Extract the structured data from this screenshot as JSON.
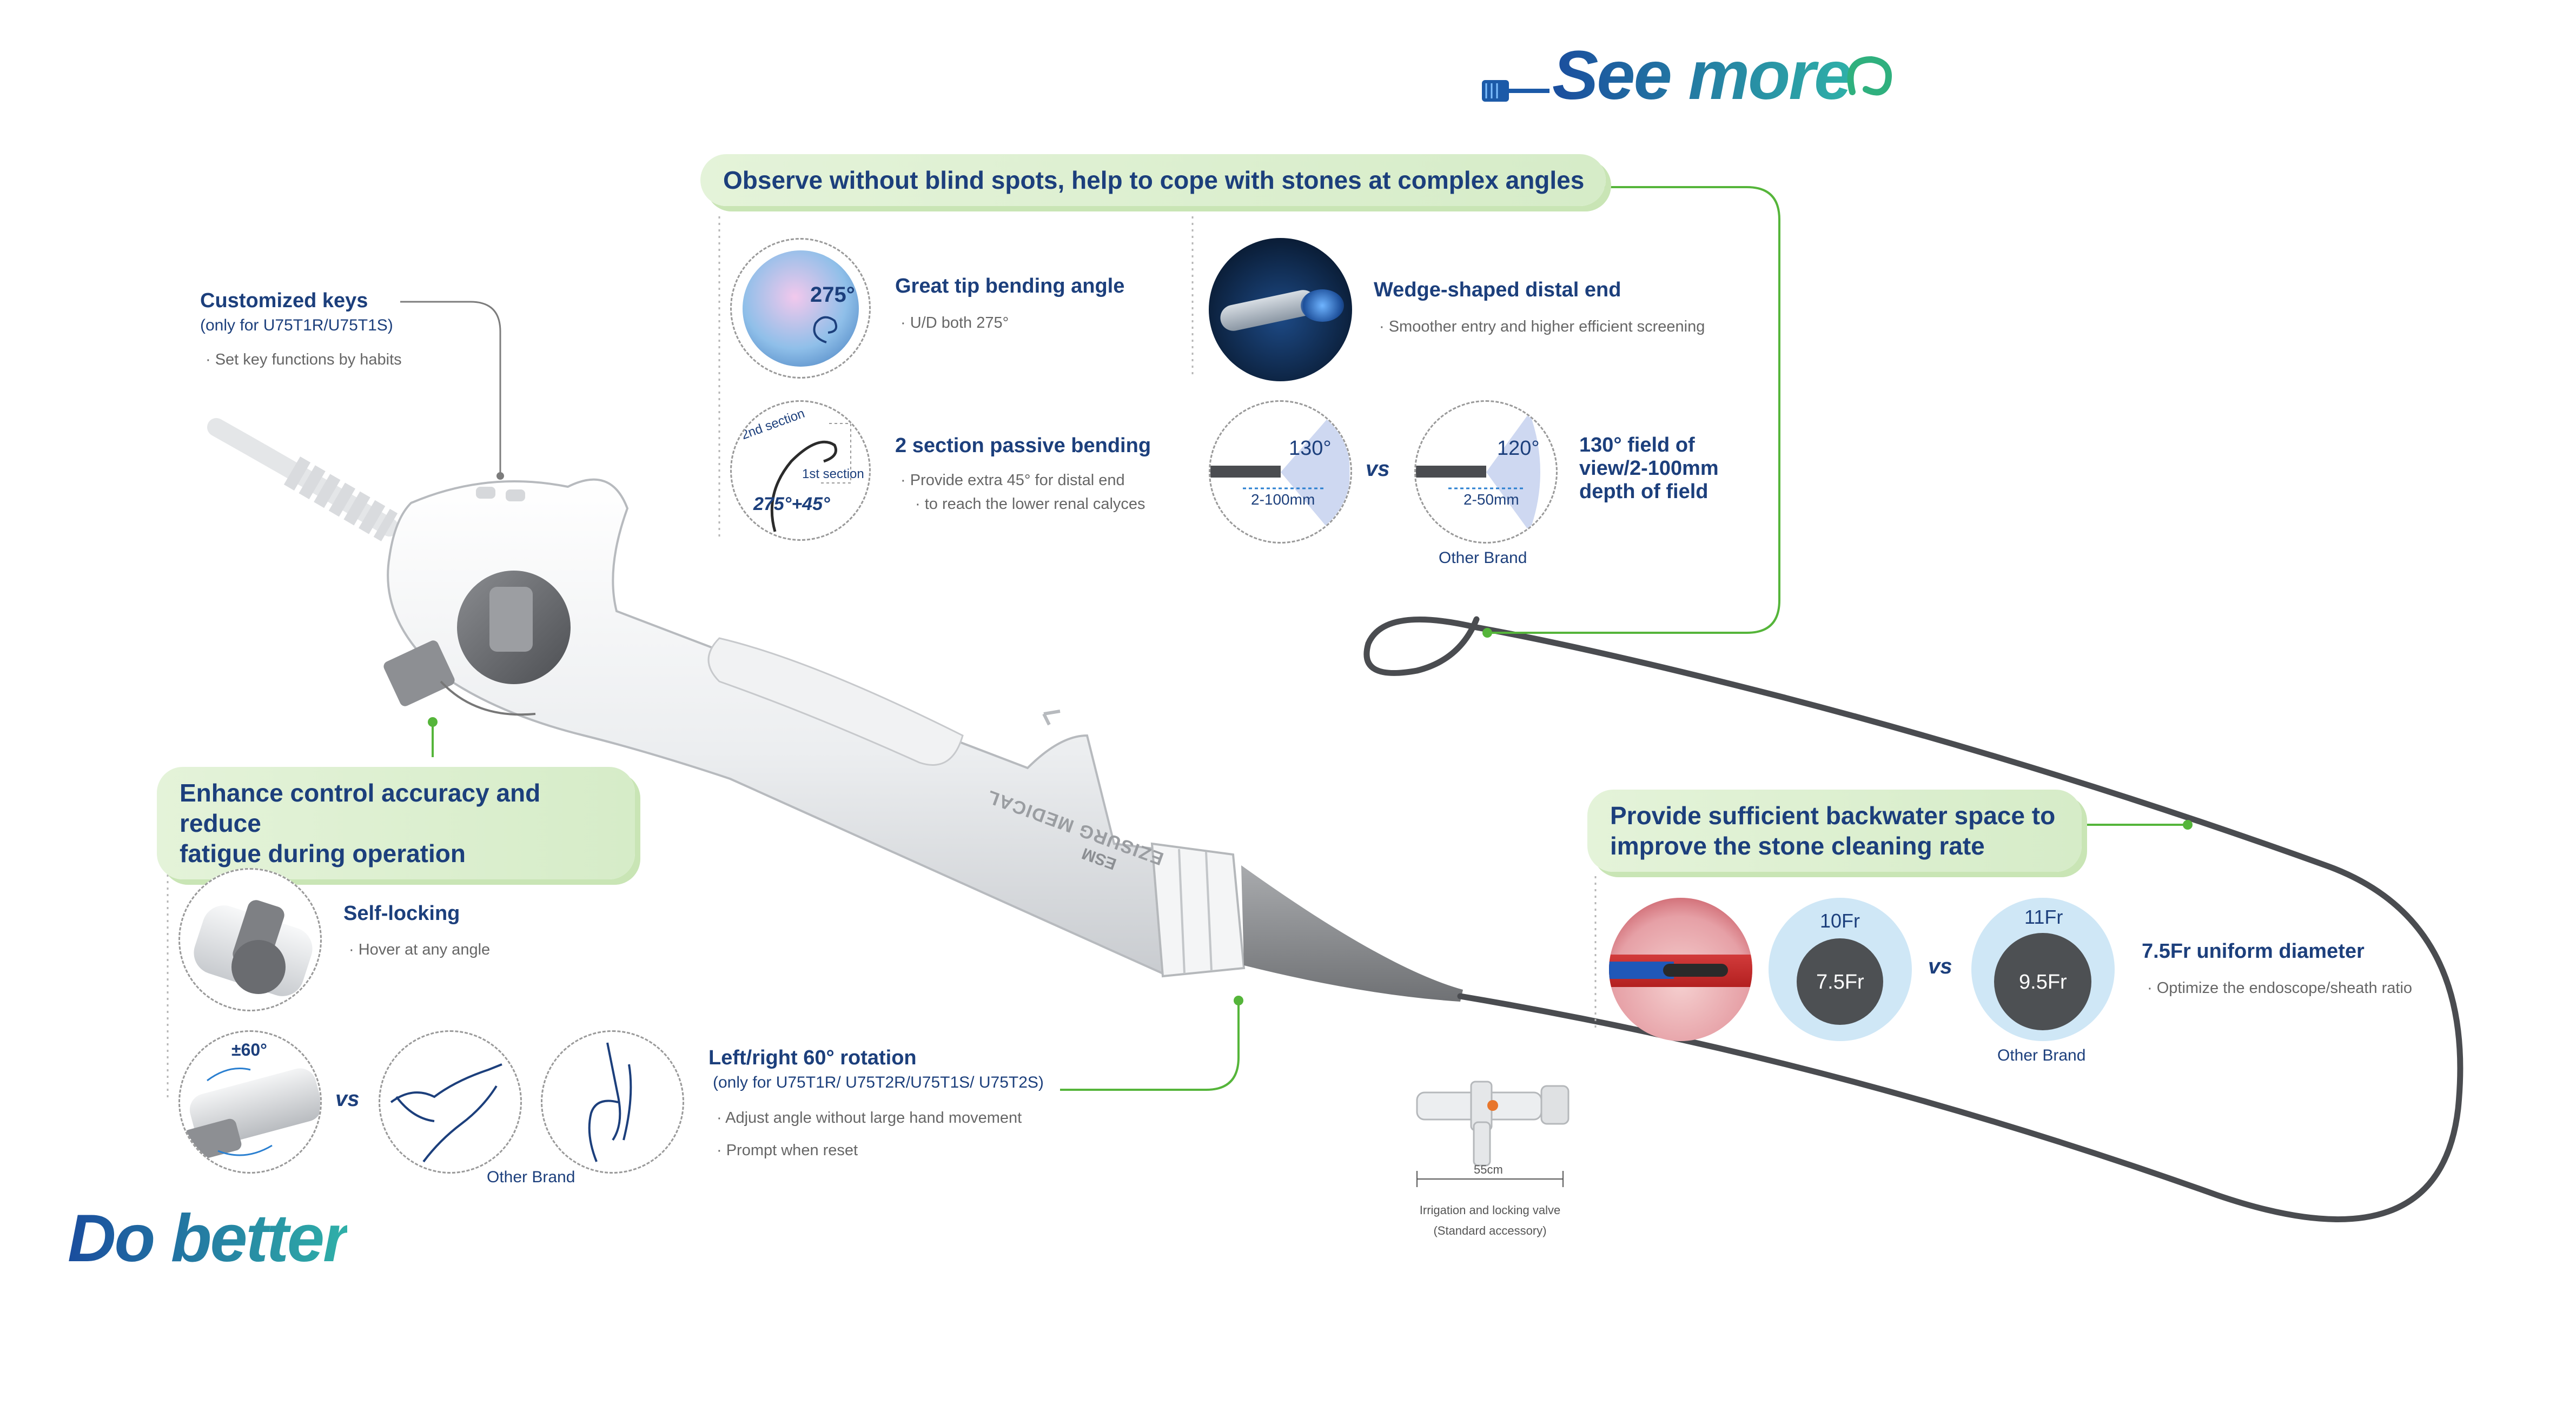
{
  "brand": {
    "see_more": "See more",
    "do_better": "Do better"
  },
  "product_text": {
    "maker_logo": "ESM",
    "maker_name": "EZISURG MEDICAL"
  },
  "colors": {
    "navy": "#1c3f7c",
    "green": "#55b53a",
    "tag_bg": "#e1f1d5",
    "blue_accent": "#2a7fd0",
    "gray_text": "#666666"
  },
  "icons": [
    "hose-connector-icon",
    "swirl-icon",
    "dashed-callout-circles"
  ],
  "observe": {
    "title": "Observe without blind spots, help to cope with stones at complex angles",
    "tip": {
      "heading": "Great tip bending angle",
      "desc": "U/D both 275°",
      "badge": "275°"
    },
    "passive": {
      "heading": "2 section passive bending",
      "desc1": "Provide extra 45° for distal end",
      "desc2": "to reach the lower renal calyces",
      "label_2nd": "2nd section",
      "label_1st": "1st section",
      "angle": "275°+45°"
    },
    "wedge": {
      "heading": "Wedge-shaped distal end",
      "desc": "Smoother entry and higher efficient screening"
    },
    "fov": {
      "ours_angle": "130°",
      "ours_depth": "2-100mm",
      "vs": "vs",
      "other_angle": "120°",
      "other_depth": "2-50mm",
      "other_label": "Other Brand",
      "line1": "130° field of",
      "line2": "view/2-100mm",
      "line3": "depth of field"
    }
  },
  "keys": {
    "heading": "Customized keys",
    "sub": "(only for U75T1R/U75T1S)",
    "desc": "Set key functions by habits"
  },
  "control": {
    "title_line1": "Enhance control accuracy and reduce",
    "title_line2": "fatigue during operation",
    "lock": {
      "heading": "Self-locking",
      "desc": "Hover at any angle"
    },
    "rotation": {
      "badge": "±60°",
      "vs": "vs",
      "other_label": "Other Brand",
      "heading": "Left/right 60° rotation",
      "sub": "(only for U75T1R/ U75T2R/U75T1S/ U75T2S)",
      "desc1": "Adjust angle without large hand movement",
      "desc2": "Prompt when reset"
    }
  },
  "backwater": {
    "title_line1": "Provide sufficient backwater space to",
    "title_line2": "improve the stone cleaning rate",
    "ours_outer": "10Fr",
    "ours_inner": "7.5Fr",
    "vs": "vs",
    "other_outer": "11Fr",
    "other_inner": "9.5Fr",
    "other_label": "Other Brand",
    "heading": "7.5Fr uniform diameter",
    "desc": "Optimize the endoscope/sheath ratio"
  },
  "accessory": {
    "length": "55cm",
    "line1": "Irrigation and locking valve",
    "line2": "(Standard accessory)"
  }
}
